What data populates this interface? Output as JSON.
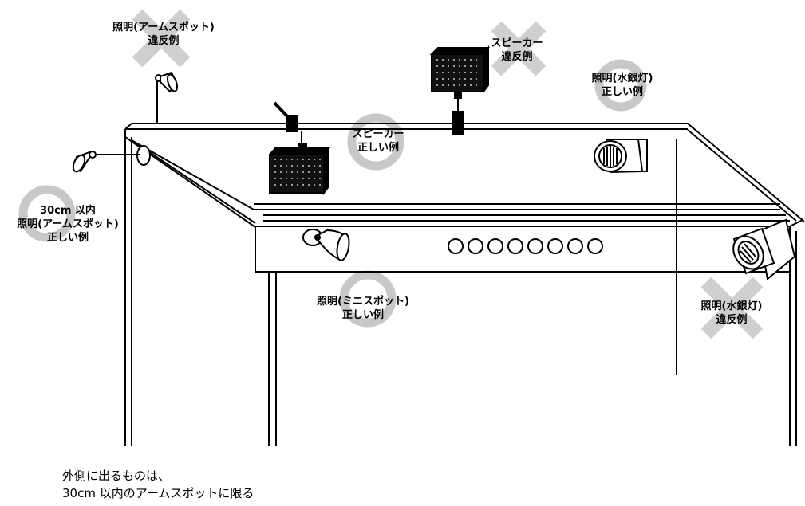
{
  "colors": {
    "line": "#000000",
    "ok_mark": "#c8c8c8",
    "ng_mark": "#cfcfcf",
    "background": "#ffffff"
  },
  "labels": {
    "arm_ng": [
      "照明(アームスポット)",
      "違反例"
    ],
    "speaker_ng": [
      "スピーカー",
      "違反例"
    ],
    "mercury_ok": [
      "照明(水銀灯)",
      "正しい例"
    ],
    "speaker_ok": [
      "スピーカー",
      "正しい例"
    ],
    "arm_ok": [
      "30cm 以内",
      "照明(アームスポット)",
      "正しい例"
    ],
    "mini_ok": [
      "照明(ミニスポット)",
      "正しい例"
    ],
    "mercury_ng": [
      "照明(水銀灯)",
      "違反例"
    ]
  },
  "note": [
    "外側に出るものは、",
    "30cm 以内のアームスポットに限る"
  ],
  "icons": [
    "ok-circle-icon",
    "ng-cross-icon",
    "arm-spot-light-icon",
    "speaker-icon",
    "mercury-lamp-icon",
    "mini-spot-light-icon"
  ]
}
